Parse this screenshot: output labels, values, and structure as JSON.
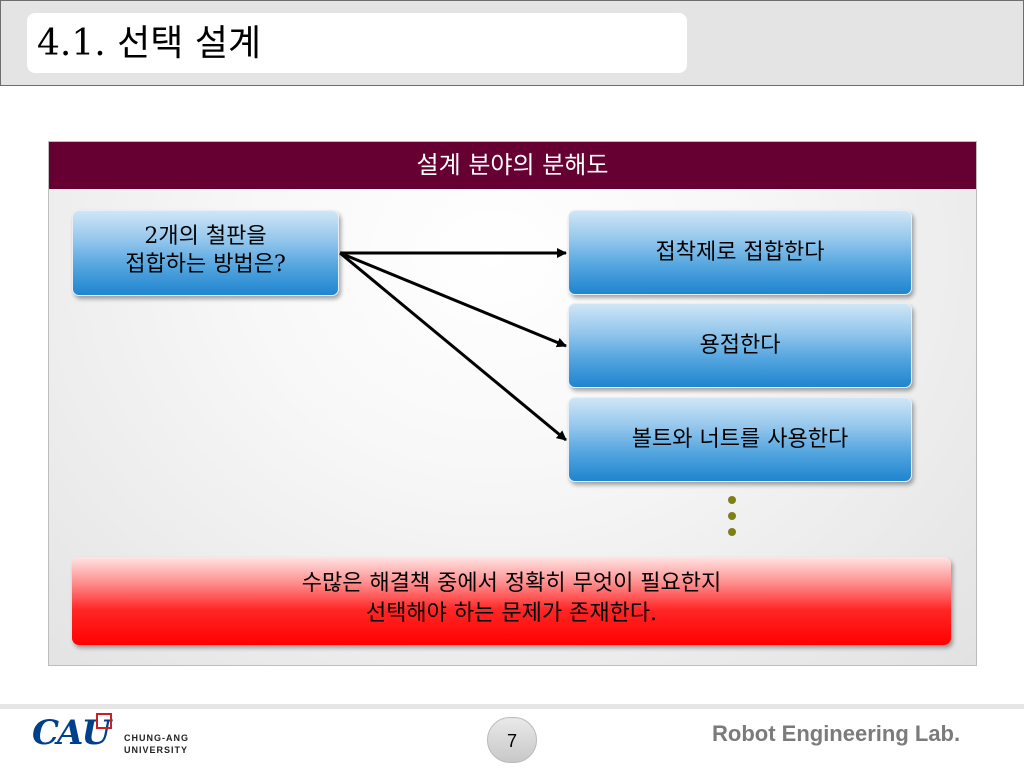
{
  "slide": {
    "title": "4.1. 선택 설계"
  },
  "panel": {
    "title": "설계 분야의 분해도",
    "question": {
      "line1": "2개의 철판을",
      "line2": "접합하는 방법은?"
    },
    "answers": [
      "접착제로 접합한다",
      "용접한다",
      "볼트와 너트를 사용한다"
    ],
    "conclusion": {
      "line1": "수많은 해결책 중에서 정확히 무엇이 필요한지",
      "line2": "선택해야 하는 문제가 존재한다."
    }
  },
  "footer": {
    "logo_word": "CAU",
    "logo_sub1": "CHUNG-ANG",
    "logo_sub2": "UNIVERSITY",
    "page_number": "7",
    "lab": "Robot Engineering Lab."
  },
  "colors": {
    "header_bg": "#660033",
    "box_blue": "#1f84cf",
    "box_red": "#ff0000",
    "dots": "#7f7f1a"
  }
}
